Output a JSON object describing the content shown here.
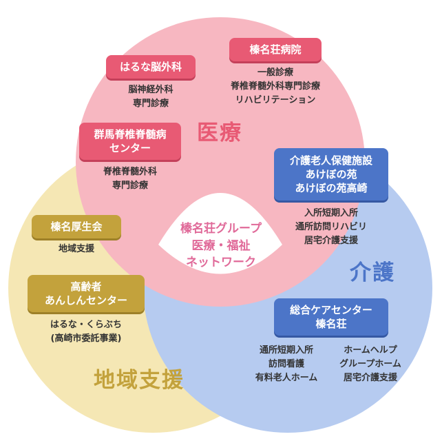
{
  "colors": {
    "medical_circle": "#f7b7c1",
    "care_circle": "#b6cbf0",
    "community_circle": "#f5e7b4",
    "medical_text": "#e85a74",
    "care_text": "#4c75c8",
    "community_text": "#c3a23c",
    "center_text": "#e06a99"
  },
  "circles": {
    "medical": "医療",
    "care": "介護",
    "community": "地域支援"
  },
  "center": {
    "line1": "榛名荘グループ",
    "line2": "医療・福祉",
    "line3": "ネットワーク"
  },
  "medical": {
    "haruna_neuro": {
      "label": "はるな脳外科",
      "services": [
        "脳神経外科",
        "専門診療"
      ]
    },
    "harunaso_hospital": {
      "label": "榛名荘病院",
      "services": [
        "一般診療",
        "脊椎脊髄外科専門診療",
        "リハビリテーション"
      ]
    },
    "gunma_spine": {
      "label_lines": [
        "群馬脊椎脊髄病",
        "センター"
      ],
      "services": [
        "脊椎脊髄外科",
        "専門診療"
      ]
    }
  },
  "care": {
    "akebono": {
      "label_lines": [
        "介護老人保健施設",
        "あけぼの苑",
        "あけぼの苑高崎"
      ],
      "services": [
        "入所短期入所",
        "通所訪問リハビリ",
        "居宅介護支援"
      ]
    },
    "sogo_care": {
      "label_lines": [
        "総合ケアセンター",
        "榛名荘"
      ],
      "services_left": [
        "通所短期入所",
        "訪問看護",
        "有料老人ホーム"
      ],
      "services_right": [
        "ホームヘルプ",
        "グループホーム",
        "居宅介護支援"
      ]
    }
  },
  "community": {
    "haruna_kosei": {
      "label": "榛名厚生会",
      "services": [
        "地域支援"
      ]
    },
    "koreisha": {
      "label_lines": [
        "高齢者",
        "あんしんセンター"
      ],
      "services": [
        "はるな・くらぶち",
        "(高崎市委託事業)"
      ]
    }
  }
}
